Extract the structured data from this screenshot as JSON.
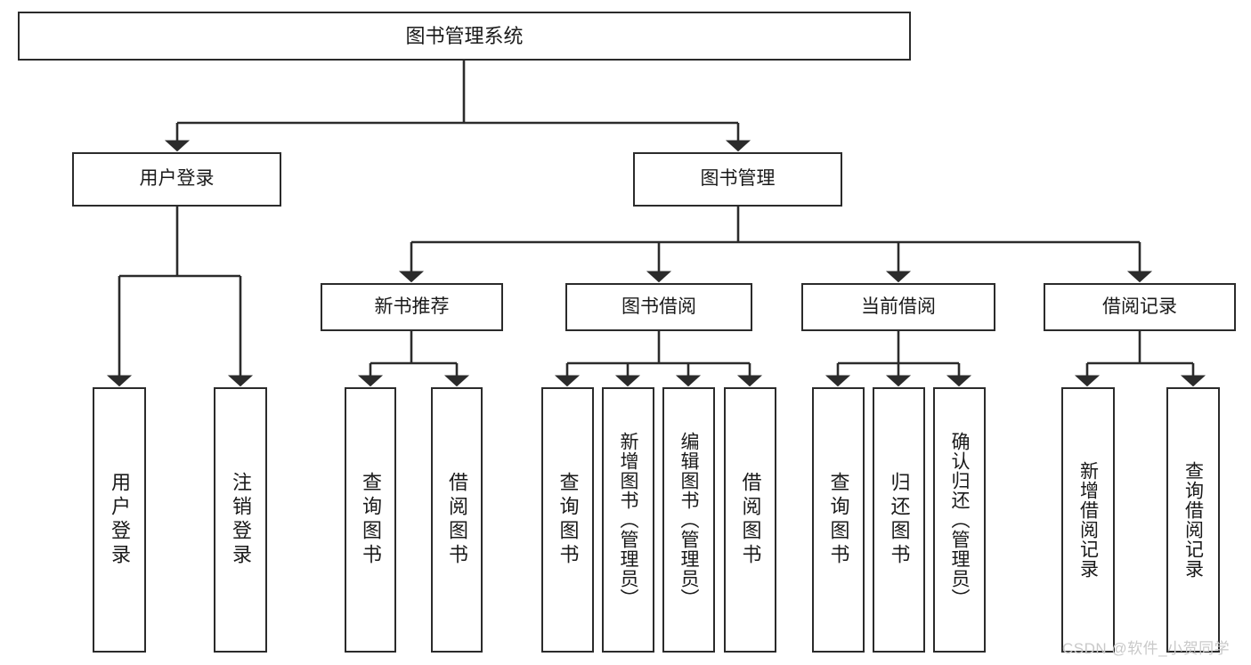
{
  "diagram": {
    "title": "图书管理系统",
    "type": "tree-hierarchy-diagram",
    "background": "#ffffff",
    "box_border_color": "#2b2b2b",
    "text_color": "#1a1a1a",
    "connector_color": "#2b2b2b"
  },
  "nodes": {
    "root": {
      "label": "图书管理系统"
    },
    "level2": [
      {
        "label": "用户登录"
      },
      {
        "label": "图书管理"
      }
    ],
    "level3": [
      {
        "label": "新书推荐"
      },
      {
        "label": "图书借阅"
      },
      {
        "label": "当前借阅"
      },
      {
        "label": "借阅记录"
      }
    ],
    "leaves": {
      "user_login": [
        {
          "label": "用户登录"
        },
        {
          "label": "注销登录"
        }
      ],
      "new_book_recommend": [
        {
          "label": "查询图书"
        },
        {
          "label": "借阅图书"
        }
      ],
      "book_borrow": [
        {
          "label": "查询图书"
        },
        {
          "label": "新增图书（管理员）"
        },
        {
          "label": "编辑图书（管理员）"
        },
        {
          "label": "借阅图书"
        }
      ],
      "current_borrow": [
        {
          "label": "查询图书"
        },
        {
          "label": "归还图书"
        },
        {
          "label": "确认归还（管理员）"
        }
      ],
      "borrow_record": [
        {
          "label": "新增借阅记录"
        },
        {
          "label": "查询借阅记录"
        }
      ]
    }
  },
  "watermark": {
    "text": "CSDN @软件_小贺同学",
    "color": "#c9c9c9"
  }
}
